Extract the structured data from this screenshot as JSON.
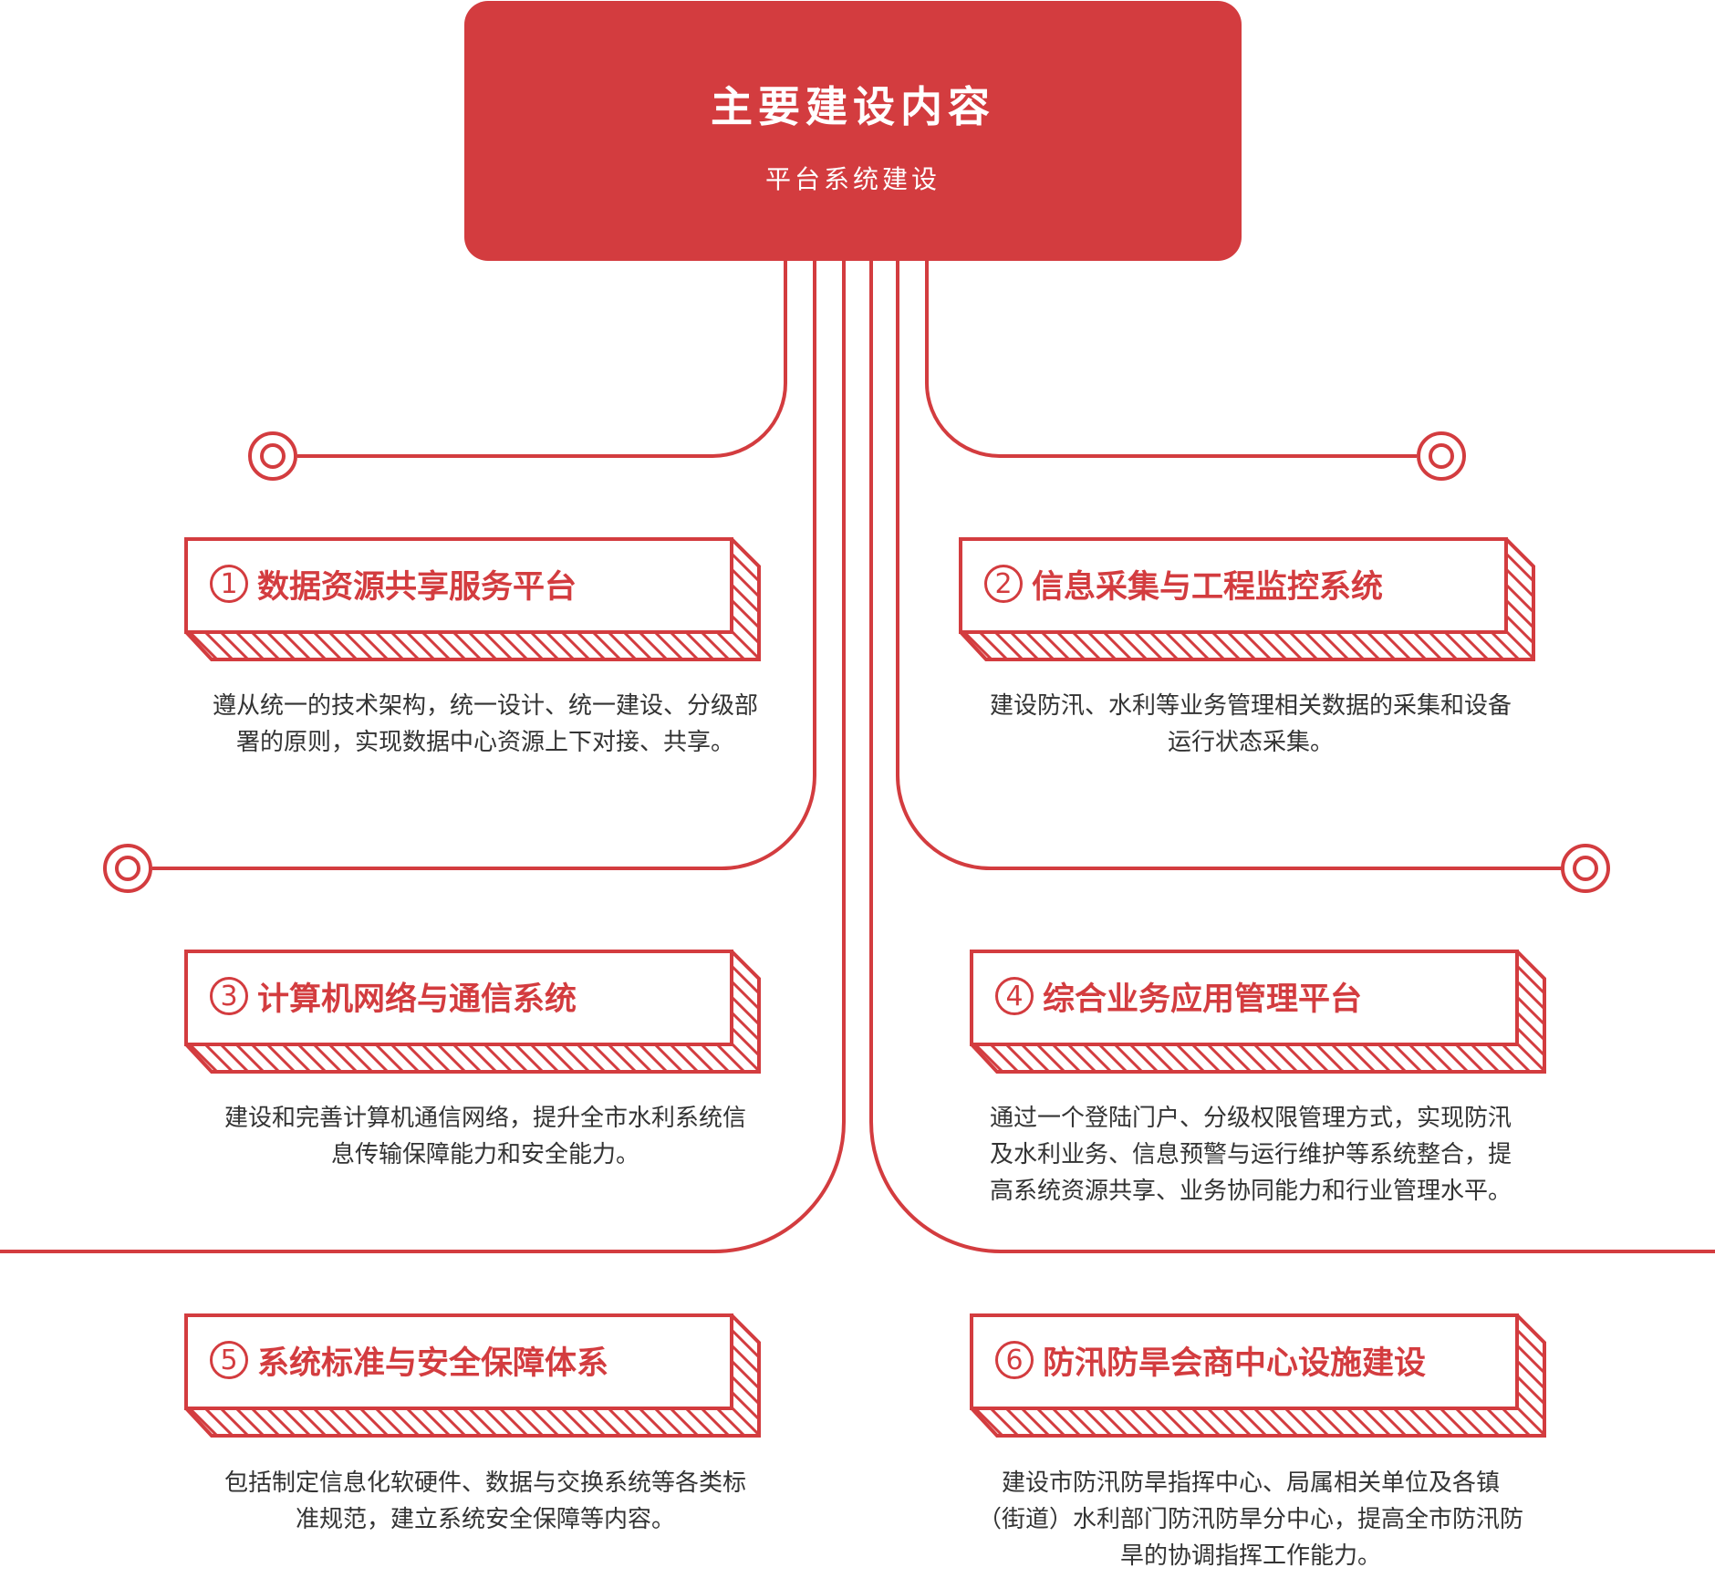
{
  "header": {
    "title": "主要建设内容",
    "subtitle": "平台系统建设"
  },
  "items": [
    {
      "num": "1",
      "title": "数据资源共享服务平台",
      "desc": [
        "遵从统一的技术架构，统一设计、统一建设、分级部",
        "署的原则，实现数据中心资源上下对接、共享。"
      ]
    },
    {
      "num": "2",
      "title": "信息采集与工程监控系统",
      "desc": [
        "建设防汛、水利等业务管理相关数据的采集和设备",
        "运行状态采集。"
      ]
    },
    {
      "num": "3",
      "title": "计算机网络与通信系统",
      "desc": [
        "建设和完善计算机通信网络，提升全市水利系统信",
        "息传输保障能力和安全能力。"
      ]
    },
    {
      "num": "4",
      "title": "综合业务应用管理平台",
      "desc": [
        "通过一个登陆门户、分级权限管理方式，实现防汛",
        "及水利业务、信息预警与运行维护等系统整合，提",
        "高系统资源共享、业务协同能力和行业管理水平。"
      ]
    },
    {
      "num": "5",
      "title": "系统标准与安全保障体系",
      "desc": [
        "包括制定信息化软硬件、数据与交换系统等各类标",
        "准规范，建立系统安全保障等内容。"
      ]
    },
    {
      "num": "6",
      "title": "防汛防旱会商中心设施建设",
      "desc": [
        "建设市防汛防旱指挥中心、局属相关单位及各镇",
        "（街道）水利部门防汛防旱分中心，提高全市防汛防",
        "旱的协调指挥工作能力。"
      ]
    }
  ],
  "colors": {
    "accent": "#d33c3f",
    "text": "#333333",
    "background": "#ffffff"
  }
}
